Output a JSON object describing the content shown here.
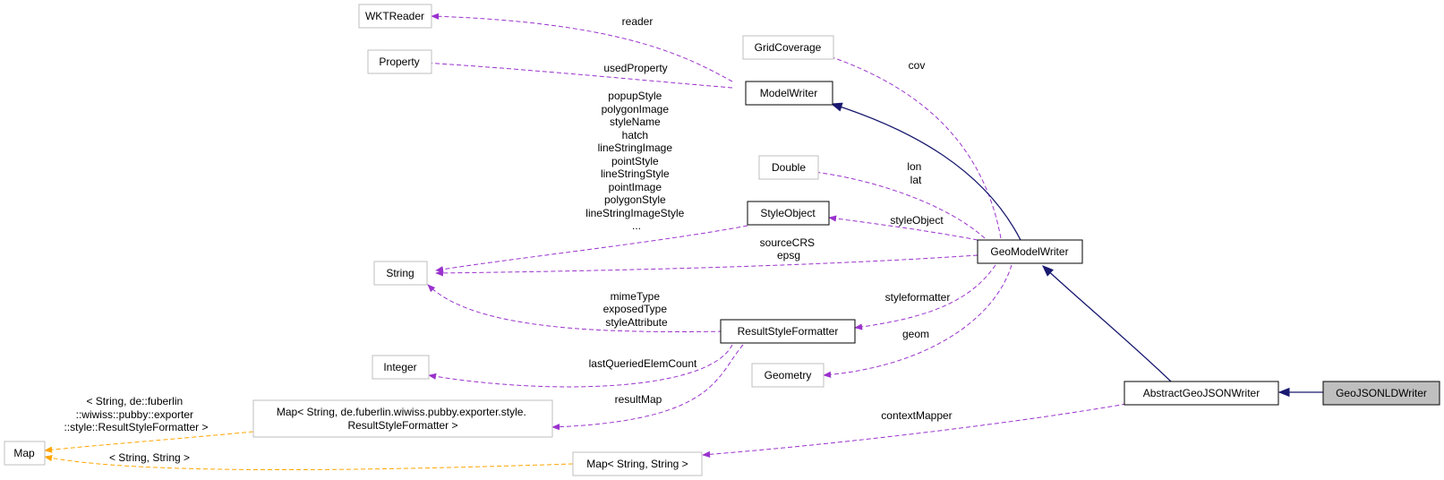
{
  "nodes": {
    "wktreader": "WKTReader",
    "property": "Property",
    "string": "String",
    "integer": "Integer",
    "map": "Map",
    "map_rsf_line1": "Map< String, de.fuberlin.wiwiss.pubby.exporter.style.",
    "map_rsf_line2": "ResultStyleFormatter >",
    "map_string_string": "Map< String, String >",
    "gridcoverage": "GridCoverage",
    "modelwriter": "ModelWriter",
    "double": "Double",
    "styleobject": "StyleObject",
    "resultstyleformatter": "ResultStyleFormatter",
    "geometry": "Geometry",
    "geomodelwriter": "GeoModelWriter",
    "abstractgeojsonwriter": "AbstractGeoJSONWriter",
    "geojsonldwriter": "GeoJSONLDWriter"
  },
  "edge_labels": {
    "reader": "reader",
    "usedproperty": "usedProperty",
    "cov": "cov",
    "lonlat": [
      "lon",
      "lat"
    ],
    "styleobject": "styleObject",
    "style_fields": [
      "popupStyle",
      "polygonImage",
      "styleName",
      "hatch",
      "lineStringImage",
      "pointStyle",
      "lineStringStyle",
      "pointImage",
      "polygonStyle",
      "lineStringImageStyle",
      "..."
    ],
    "sourcecrs": [
      "sourceCRS",
      "epsg"
    ],
    "mimetype": [
      "mimeType",
      "exposedType",
      "styleAttribute"
    ],
    "styleformatter": "styleformatter",
    "geom": "geom",
    "lastqueried": "lastQueriedElemCount",
    "resultmap": "resultMap",
    "contextmapper": "contextMapper",
    "map_template_rsf": [
      "< String, de::fuberlin",
      "::wiwiss::pubby::exporter",
      "::style::ResultStyleFormatter >"
    ],
    "map_template_ss": "< String, String >"
  },
  "colors": {
    "usage_edge": "#9a32cd",
    "template_edge": "#ffa500",
    "inheritance_edge": "#191970",
    "focus_fill": "#bfbfbf",
    "undocumented_border": "#bfbfbf"
  }
}
